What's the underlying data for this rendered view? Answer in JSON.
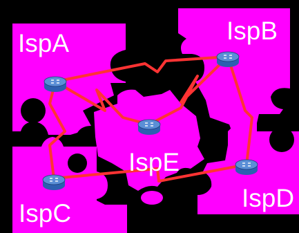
{
  "colors": {
    "background": "#000000",
    "puzzle": "#ff00ff",
    "link": "#ff3333",
    "router_top": "#5b8fd6",
    "router_side": "#2e5fb0",
    "label": "#ffffff"
  },
  "diagram": {
    "nodes": [
      {
        "id": "A",
        "label": "IspA"
      },
      {
        "id": "B",
        "label": "IspB"
      },
      {
        "id": "C",
        "label": "IspC"
      },
      {
        "id": "D",
        "label": "IspD"
      },
      {
        "id": "E",
        "label": "IspE"
      }
    ],
    "links": [
      {
        "from": "A",
        "to": "B"
      },
      {
        "from": "A",
        "to": "C"
      },
      {
        "from": "A",
        "to": "E"
      },
      {
        "from": "B",
        "to": "E"
      },
      {
        "from": "B",
        "to": "D"
      },
      {
        "from": "C",
        "to": "D"
      }
    ]
  }
}
